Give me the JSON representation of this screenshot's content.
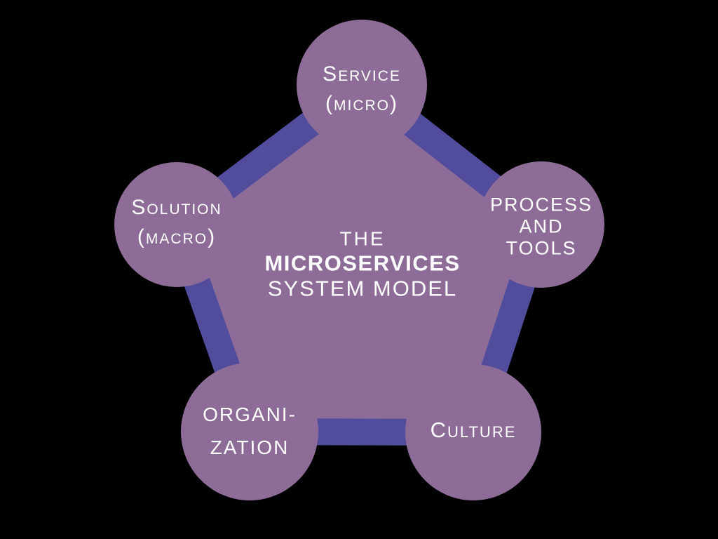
{
  "colors": {
    "background": "#000000",
    "shape_fill": "#8e6c98",
    "pentagon_border": "#514c9c",
    "text": "#ffffff"
  },
  "center_title": {
    "line1": "THE",
    "line2": "MICROSERVICES",
    "line3": "SYSTEM MODEL"
  },
  "nodes": {
    "service": {
      "line1": "Service",
      "line2": "(micro)"
    },
    "process_and_tools": {
      "line1": "PROCESS",
      "line2": "AND",
      "line3": "TOOLS"
    },
    "culture": {
      "line1": "Culture"
    },
    "organization": {
      "line1": "ORGANI-",
      "line2": "ZATION"
    },
    "solution": {
      "line1": "Solution",
      "line2": "(macro)"
    }
  }
}
